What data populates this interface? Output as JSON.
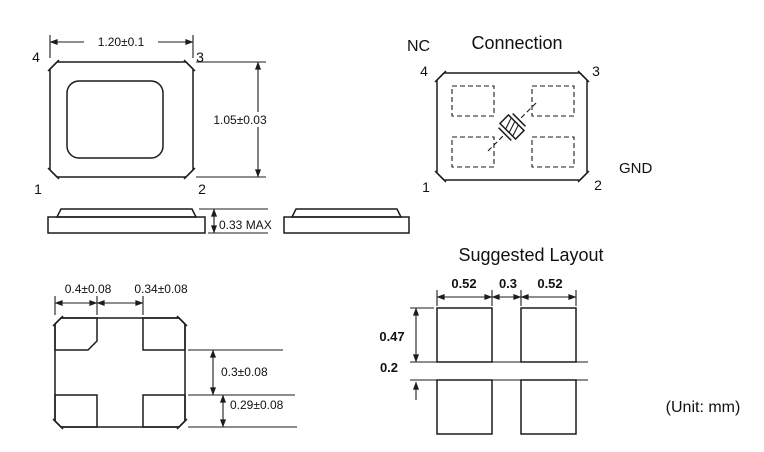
{
  "unit_note": "(Unit: mm)",
  "top_view": {
    "dim_width": "1.20±0.1",
    "dim_height": "1.05±0.03",
    "pin1": "1",
    "pin2": "2",
    "pin3": "3",
    "pin4": "4"
  },
  "connection": {
    "nc_label": "NC",
    "title": "Connection",
    "gnd_label": "GND",
    "pin1": "1",
    "pin2": "2",
    "pin3": "3",
    "pin4": "4"
  },
  "side_view": {
    "dim_height": "0.33 MAX"
  },
  "bottom_view": {
    "dim_pad_width": "0.4±0.08",
    "dim_pad_pitch": "0.34±0.08",
    "dim_pad_gap": "0.3±0.08",
    "dim_pad_height": "0.29±0.08"
  },
  "suggested_layout": {
    "title": "Suggested Layout",
    "dim_left_pad": "0.52",
    "dim_center_gap": "0.3",
    "dim_right_pad": "0.52",
    "dim_pad_height": "0.47",
    "dim_row_gap": "0.2"
  }
}
